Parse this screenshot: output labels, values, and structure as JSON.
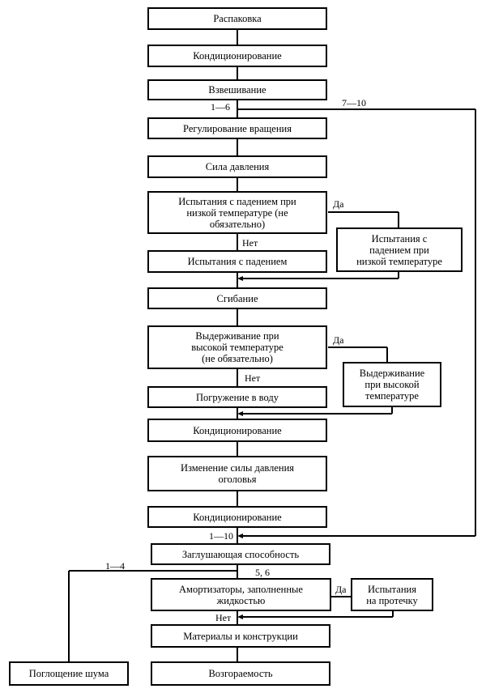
{
  "steps": {
    "unpacking": "Распаковка",
    "conditioning_1": "Кондиционирование",
    "weighing": "Взвешивание",
    "rotation_adjustment": "Регулирование вращения",
    "pressure_force": "Сила давления",
    "drop_test_low_temp_optional": "Испытания с падением при\nнизкой температуре (не\nобязательно)",
    "drop_test_low_temp": "Испытания с\nпадением при\nнизкой температуре",
    "drop_test": "Испытания с падением",
    "bending": "Сгибание",
    "high_temp_hold_optional": "Выдерживание при\nвысокой температуре\n(не обязательно)",
    "high_temp_hold": "Выдерживание\nпри высокой\nтемпературе",
    "water_immersion": "Погружение в воду",
    "conditioning_2": "Кондиционирование",
    "headband_force_change": "Изменение силы давления\nоголовья",
    "conditioning_3": "Кондиционирование",
    "attenuation": "Заглушающая способность",
    "liquid_cushions": "Амортизаторы, заполненные\nжидкостью",
    "leak_test": "Испытания\nна протечку",
    "materials": "Материалы и конструкции",
    "noise_absorption": "Поглощение шума",
    "flammability": "Возгораемость"
  },
  "labels": {
    "range_1_6": "1—6",
    "range_7_10": "7—10",
    "yes_1": "Да",
    "no_1": "Нет",
    "yes_2": "Да",
    "no_2": "Нет",
    "range_1_10": "1—10",
    "range_5_6": "5, 6",
    "range_1_4": "1—4",
    "yes_3": "Да",
    "no_3": "Нет"
  }
}
